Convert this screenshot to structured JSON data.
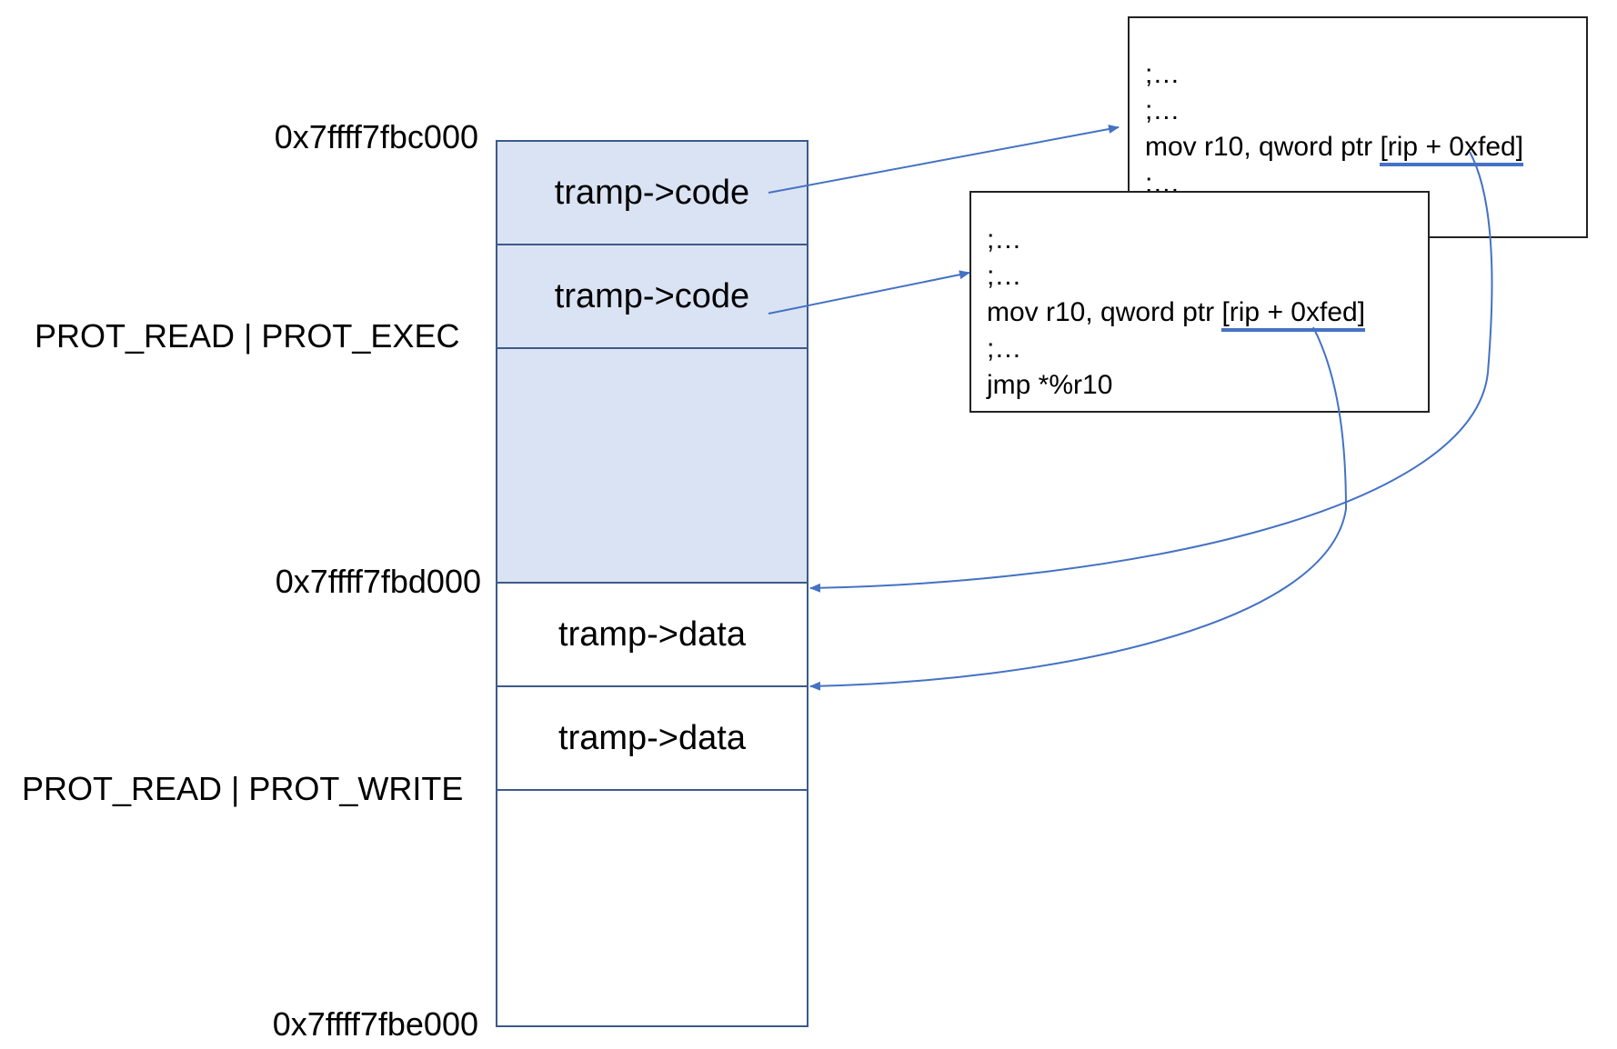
{
  "addresses": {
    "top": "0x7ffff7fbc000",
    "middle": "0x7ffff7fbd000",
    "bottom": "0x7ffff7fbe000"
  },
  "protections": {
    "code_page": "PROT_READ | PROT_EXEC",
    "data_page": "PROT_READ | PROT_WRITE"
  },
  "memory_slots": {
    "code_1": "tramp->code",
    "code_2": "tramp->code",
    "data_1": "tramp->data",
    "data_2": "tramp->data"
  },
  "code_box_back": {
    "line_1": ";…",
    "line_2": ";…",
    "line_3_prefix": "mov r10, qword ptr ",
    "line_3_operand": "[rip + 0xfed]",
    "line_4": ";…"
  },
  "code_box_front": {
    "line_1": ";…",
    "line_2": ";…",
    "line_3_prefix": "mov r10, qword ptr ",
    "line_3_operand": "[rip + 0xfed]",
    "line_4": ";…",
    "line_5": "jmp *%r10"
  },
  "colors": {
    "exec_region_fill": "#dae3f3",
    "border": "#3d5a8a",
    "arrow": "#4472c4"
  }
}
